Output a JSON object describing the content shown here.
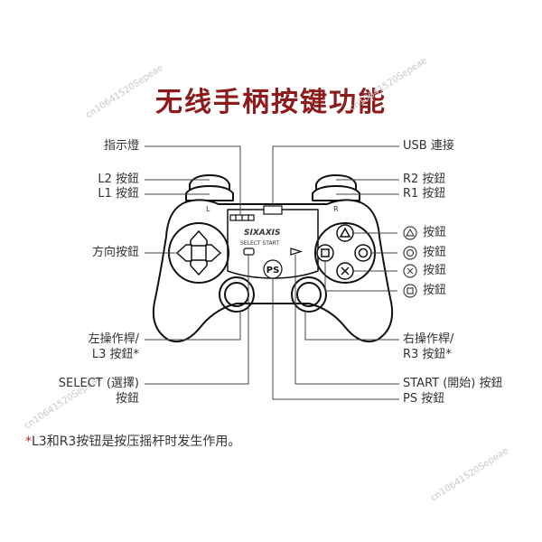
{
  "title": "无线手柄按键功能",
  "watermark": "cn10641520Sepeae",
  "left_labels": {
    "indicator": "指示燈",
    "l2": "L2 按鈕",
    "l1": "L1 按鈕",
    "dpad": "方向按鈕",
    "left_stick_1": "左操作桿/",
    "left_stick_2": "L3 按鈕*",
    "select_1": "SELECT (選擇)",
    "select_2": "按鈕"
  },
  "right_labels": {
    "usb": "USB 連接",
    "r2": "R2 按鈕",
    "r1": "R1 按鈕",
    "triangle": "按鈕",
    "circle": "按鈕",
    "cross": "按鈕",
    "square": "按鈕",
    "right_stick_1": "右操作桿/",
    "right_stick_2": "R3 按鈕*",
    "start": "START (開始) 按鈕",
    "ps": "PS 按鈕"
  },
  "controller_text": {
    "brand": "SIXAXIS",
    "select_start": "SELECT    START",
    "l_mark": "L",
    "r_mark": "R"
  },
  "note": {
    "asterisk": "*",
    "text": "L3和R3按钮是按压摇杆时发生作用。"
  },
  "colors": {
    "title": "#8e1b1b",
    "note_asterisk": "#b3261e",
    "line": "#444444"
  }
}
